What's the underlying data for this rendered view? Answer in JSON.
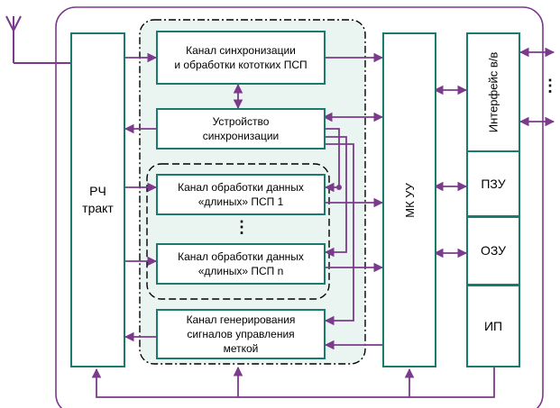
{
  "colors": {
    "box_border": "#1a7a6e",
    "arrow": "#7b3a8c",
    "region_fill": "#eaf5f2",
    "outer_border": "#7b3a8c"
  },
  "icons": {
    "antenna": "antenna-icon"
  },
  "blocks": {
    "rf": "РЧ\nтракт",
    "sync_channel": "Канал синхронизации\nи обработки кототких ПСП",
    "sync_device": "Устройство\nсинхронизации",
    "data_channel_1": "Канал обработки данных\n«длиных» ПСП 1",
    "vdots": "⋮",
    "data_channel_n": "Канал обработки данных\n«длиных» ПСП n",
    "marker_channel": "Канал генерирования\nсигналов управления\nметкой",
    "mcu": "МК УУ",
    "io_interface": "Интерфейс в/в",
    "rom": "ПЗУ",
    "ram": "ОЗУ",
    "power": "ИП",
    "io_dots": "⋮"
  }
}
